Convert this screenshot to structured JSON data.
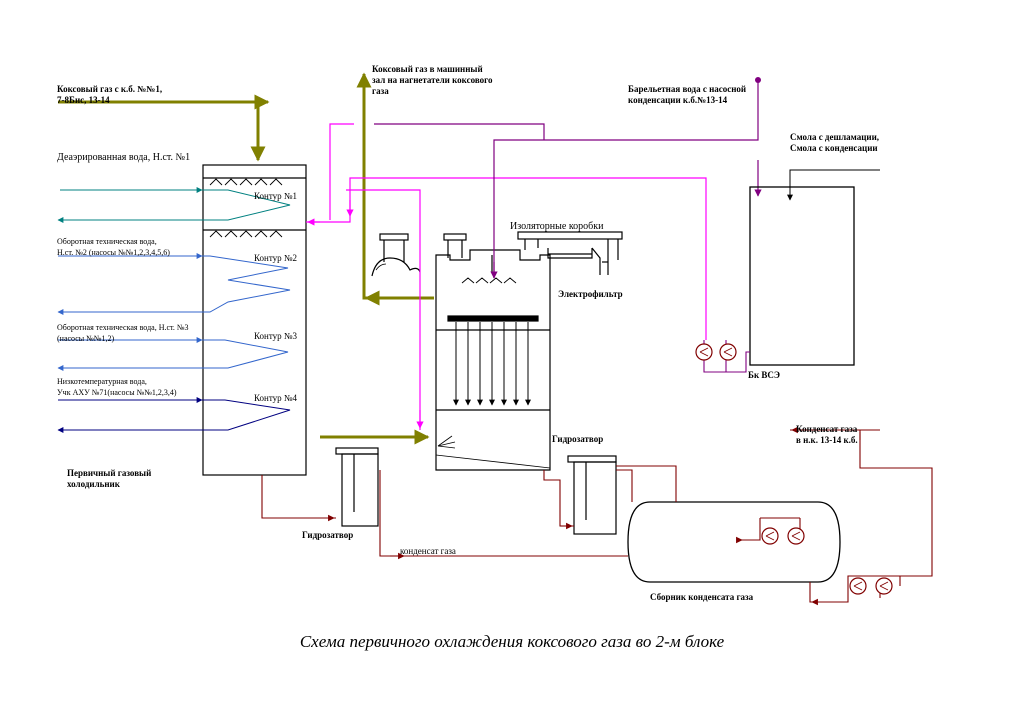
{
  "labels": {
    "coke_gas_in": "Коксовый газ с к.б. №№1,\n7-8Бис, 13-14",
    "coke_gas_out": "Коксовый газ в машинный\nзал на нагнетатели коксового\nгаза",
    "barrel_water": "Барельетная вода с насосной\nконденсации к.б.№13-14",
    "resin": "Смола с дешламации,\nСмола с конденсации",
    "deaerated_water": "Деаэрированная вода, Н.ст. №1",
    "circ_water_2": "Оборотная техническая вода,\nН.ст. №2 (насосы №№1,2,3,4,5,6)",
    "circ_water_3": "Оборотная техническая вода, Н.ст. №3\n(насосы №№1,2)",
    "low_temp_water": "Низкотемпературная вода,\nУчк АХУ №71(насосы №№1,2,3,4)",
    "primary_cooler": "Первичный газовый\nхолодильник",
    "contour_1": "Контур №1",
    "contour_2": "Контур №2",
    "contour_3": "Контур №3",
    "contour_4": "Контур №4",
    "insulator_boxes": "Изоляторные коробки",
    "electrofilter": "Электрофильтр",
    "hydroseal_1": "Гидрозатвор",
    "hydroseal_2": "Гидрозатвор",
    "bk_vse": "Бк ВСЭ",
    "gas_condensate": "Конденсат газа\nв н.к. 13-14 к.б.",
    "condensate_line": "конденсат газа",
    "condensate_collector": "Сборник конденсата газа"
  },
  "caption": "Схема первичного охлаждения коксового газа во 2-м блоке",
  "colors": {
    "gas": "#808000",
    "water_teal": "#008080",
    "water_blue": "#3366cc",
    "water_navy": "#000080",
    "magenta": "#ff00ff",
    "purple": "#800080",
    "condensate": "#800000"
  }
}
